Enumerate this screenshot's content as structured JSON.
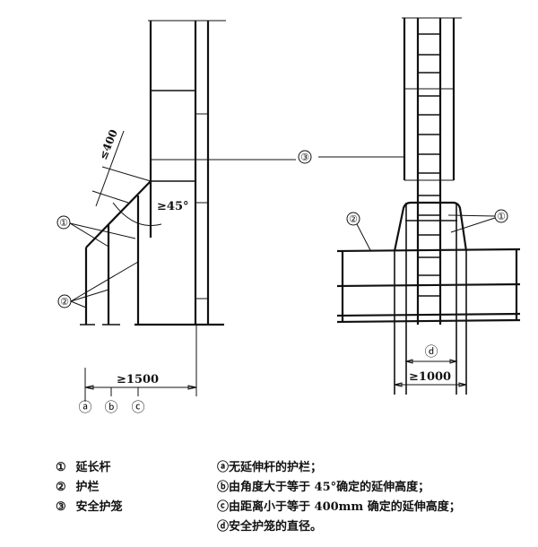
{
  "figure": {
    "left_view": {
      "label_extension": "①",
      "label_guardrail": "②",
      "angle_label": "≥45°",
      "distance_label": "≤400",
      "width_label": "≥1500",
      "markers": [
        "ⓐ",
        "ⓑ",
        "ⓒ"
      ]
    },
    "center": {
      "label_cage": "③"
    },
    "right_view": {
      "label_extension": "①",
      "label_guardrail": "②",
      "diameter_marker": "ⓓ",
      "width_label": "≥1000"
    }
  },
  "legend": {
    "components": [
      {
        "marker": "①",
        "text": "延长杆"
      },
      {
        "marker": "②",
        "text": "护栏"
      },
      {
        "marker": "③",
        "text": "安全护笼"
      }
    ],
    "notes": [
      {
        "marker": "ⓐ",
        "text": "无延伸杆的护栏；"
      },
      {
        "marker": "ⓑ",
        "text": "由角度大于等于 45°确定的延伸高度；"
      },
      {
        "marker": "ⓒ",
        "text": "由距离小于等于 400mm 确定的延伸高度；"
      },
      {
        "marker": "ⓓ",
        "text": "安全护笼的直径。"
      }
    ]
  }
}
